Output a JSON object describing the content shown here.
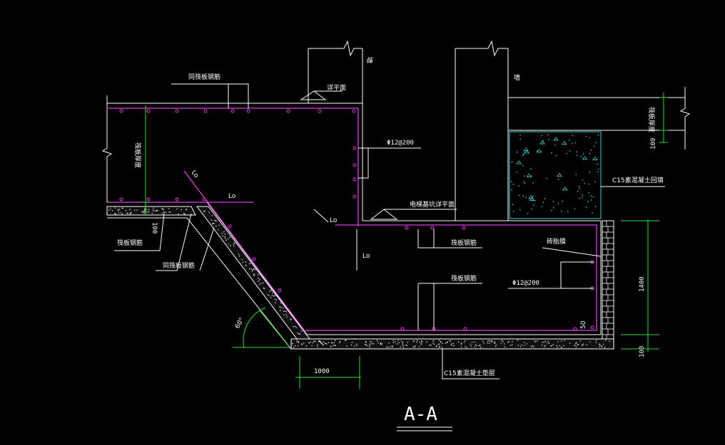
{
  "title": "A-A",
  "labels": {
    "top_rebar": "同筏板钢筋",
    "level_mark": "详平面",
    "wall_left": "墙",
    "wall_right": "墙",
    "rebar_side": "Φ12@200",
    "raft_thickness": "筏板厚度",
    "lap_diag": "Lo",
    "lap_horiz": "Lo",
    "lap_mid": "Lo",
    "lap_vert": "Lo",
    "pit_bottom": "电梯基坑详平面",
    "raft_rebar_left": "筏板钢筋",
    "same_raft_rebar": "同筏板钢筋",
    "raft_rebar_mid": "筏板钢筋",
    "raft_rebar_low": "筏板钢筋",
    "brick_mold": "砖胎膜",
    "rebar_bottom": "Φ12@200",
    "cover_50": "50",
    "angle": "60°",
    "c15_fill": "C15素混凝土回填",
    "c15_pad": "C15素混凝土垫层",
    "raft_thickness_right": "筏板厚度",
    "dim_100_left": "100",
    "dim_100_right_top": "100",
    "dim_1400": "1400",
    "dim_100_right_bottom": "100",
    "dim_1000": "1000"
  },
  "colors": {
    "background": "#000000",
    "line": "#ffffff",
    "rebar": "#e040e0",
    "dimension": "#28e028",
    "fill_hatch": "#40d8d8"
  }
}
